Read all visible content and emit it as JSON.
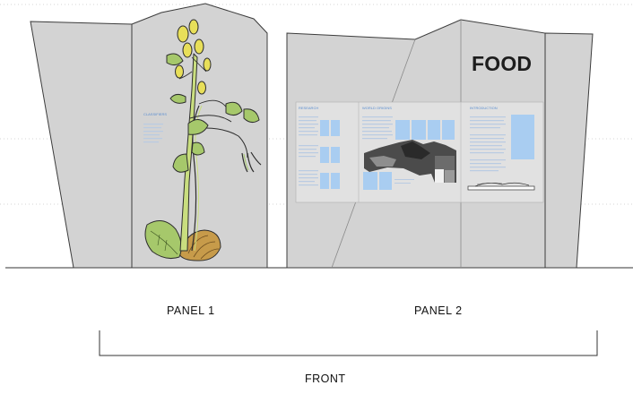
{
  "exhibit": {
    "title": "FOOD",
    "panels": [
      {
        "label": "PANEL 1"
      },
      {
        "label": "PANEL 2"
      }
    ],
    "front_label": "FRONT",
    "small_headings": [
      "CLASSIFIERS",
      "RESEARCH",
      "WORLD ORIGINS",
      "INTRODUCTION"
    ]
  },
  "colors": {
    "panel_fill": "#d3d3d3",
    "panel_stroke": "#3c3c3c",
    "placeholder_blue": "#a9cdf1",
    "text_blue": "#5b8ed0",
    "plant_green": "#c9de7f",
    "leaf_green": "#a6c86b",
    "flower_yellow": "#e8df59",
    "root_brown": "#b0894a"
  }
}
